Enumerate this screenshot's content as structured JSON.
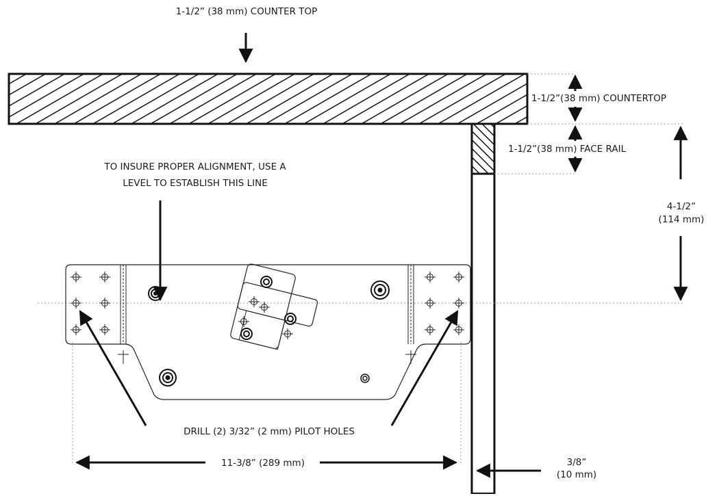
{
  "labels": {
    "counter_top": "1-1/2” (38 mm) COUNTER TOP",
    "countertop_dim": "1-1/2”(38 mm) COUNTERTOP",
    "face_rail_dim": "1-1/2”(38 mm) FACE RAIL",
    "align_note_line1": "TO INSURE PROPER ALIGNMENT, USE A",
    "align_note_line2": "LEVEL TO ESTABLISH THIS LINE",
    "rail_to_line_1": "4-1/2”",
    "rail_to_line_2": "(114 mm)",
    "drill_note": "DRILL (2) 3/32” (2 mm) PILOT HOLES",
    "width_dim": "11-3/8” (289 mm)",
    "offset_1": "3/8”",
    "offset_2": "(10 mm)"
  }
}
